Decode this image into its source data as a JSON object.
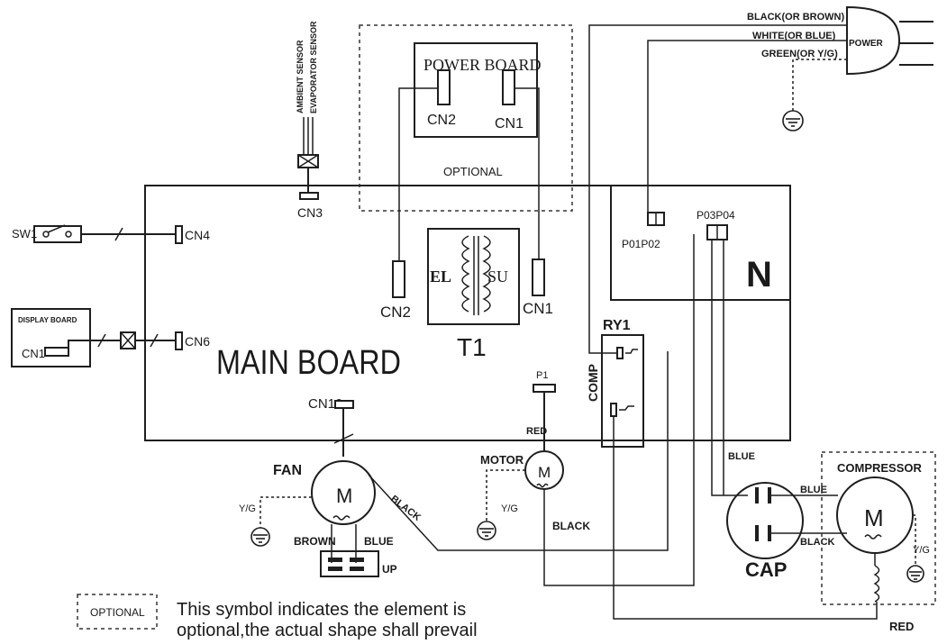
{
  "labels": {
    "power_board": "POWER BOARD",
    "pb_cn2": "CN2",
    "pb_cn1": "CN1",
    "optional_area": "OPTIONAL",
    "ambient_sensor": "AMBIENT SENSOR",
    "evaporator_sensor": "EVAPORATOR SENSOR",
    "cn3": "CN3",
    "sw1": "SW1",
    "cn4": "CN4",
    "display_board": "DISPLAY BOARD",
    "db_cn1": "CN1",
    "cn6": "CN6",
    "main_board": "MAIN BOARD",
    "mb_cn2": "CN2",
    "mb_cn1": "CN1",
    "tr_el": "EL",
    "tr_su": "SU",
    "transformer": "T1",
    "cn10": "CN10",
    "p01p02": "P01P02",
    "p03p04": "P03P04",
    "neutral": "N",
    "ry1": "RY1",
    "comp": "COMP",
    "p1": "P1",
    "red_p1": "RED",
    "black_or_brown": "BLACK(OR BROWN)",
    "white_or_blue": "WHITE(OR BLUE)",
    "green_or_yg": "GREEN(OR Y/G)",
    "power": "POWER",
    "fan": "FAN",
    "fan_m": "M",
    "fan_yg": "Y/G",
    "fan_black": "BLACK",
    "brown": "BROWN",
    "blue": "BLUE",
    "up": "UP",
    "motor": "MOTOR",
    "motor_m": "M",
    "motor_yg": "Y/G",
    "motor_black": "BLACK",
    "blue_cap": "BLUE",
    "cap_blue": "BLUE",
    "cap_black": "BLACK",
    "cap": "CAP",
    "compressor": "COMPRESSOR",
    "comp_m": "M",
    "comp_yg": "Y/G",
    "red_bottom": "RED",
    "legend_box": "OPTIONAL",
    "legend_line1": "This symbol indicates the element is",
    "legend_line2": "optional,the actual shape shall prevail"
  },
  "icons": [
    "ground-icon",
    "motor-icon",
    "transformer-icon",
    "switch-icon",
    "plug-icon",
    "capacitor-icon",
    "relay-icon"
  ]
}
